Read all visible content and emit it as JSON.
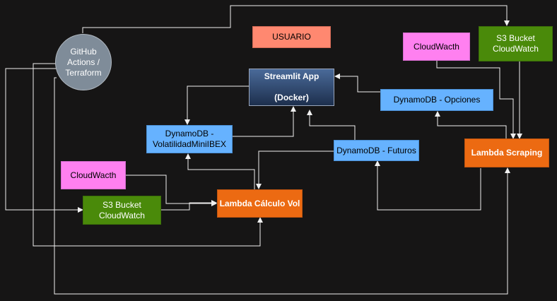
{
  "nodes": {
    "usuario": "USUARIO",
    "streamlit_title": "Streamlit App",
    "streamlit_sub": "(Docker)",
    "github": "GitHub Actions / Terraform",
    "cloudwatch_top": "CloudWacth",
    "s3_top": "S3 Bucket CloudWatch",
    "dynamo_opciones": "DynamoDB - Opciones",
    "lambda_scraping": "Lambda Scraping",
    "dynamo_volatilidad": "DynamoDB - VolatilidadMiniIBEX",
    "dynamo_futuros": "DynamoDB - Futuros",
    "cloudwatch_left": "CloudWacth",
    "s3_left": "S3 Bucket CloudWatch",
    "lambda_calculo": "Lambda Cálculo Vol"
  },
  "colors": {
    "background": "#161515",
    "edge": "#f0f0f0",
    "pink": "#ff80f0",
    "green": "#4a8a0a",
    "orange": "#ec6a12",
    "blue": "#66b2ff",
    "salmon": "#ff8870",
    "slate": "#7f8c99"
  }
}
